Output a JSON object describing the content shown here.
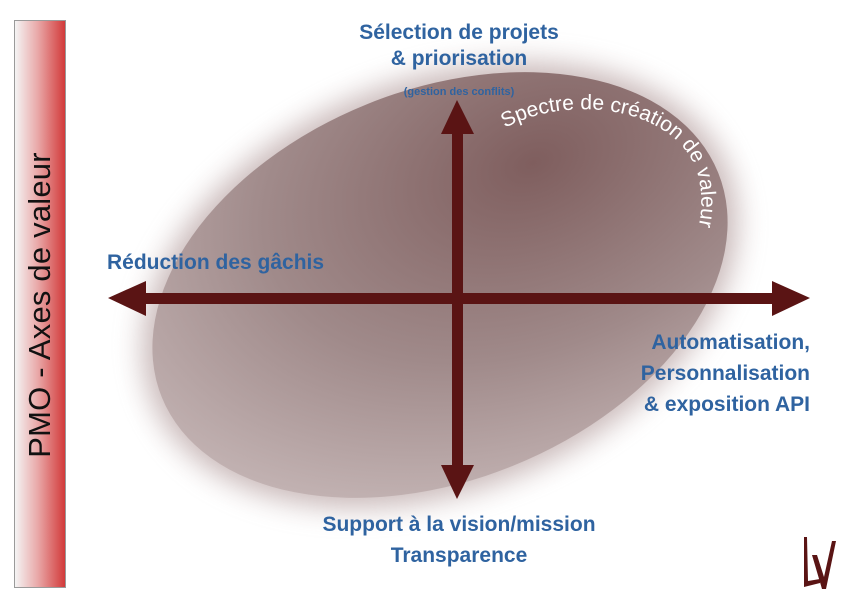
{
  "title_band": {
    "text": "PMO  - Axes de valeur"
  },
  "axes": {
    "top": {
      "line1": "Sélection de projets",
      "line2": "& priorisation",
      "sub": "(gestion des conflits)"
    },
    "left": {
      "label": "Réduction des gâchis"
    },
    "right": {
      "line1": "Automatisation,",
      "line2": "Personnalisation",
      "line3": "& exposition API"
    },
    "bottom": {
      "line1": "Support à la vision/mission",
      "line2": "Transparence"
    }
  },
  "ellipse": {
    "label": "Spectre de création de valeur"
  },
  "colors": {
    "label_blue": "#2f63a0",
    "arrow": "#5a1414",
    "band_red": "#d23a3a",
    "ellipse_fill": "#8c6c6c"
  },
  "logo": {
    "icon": "lv-monogram-logo"
  }
}
